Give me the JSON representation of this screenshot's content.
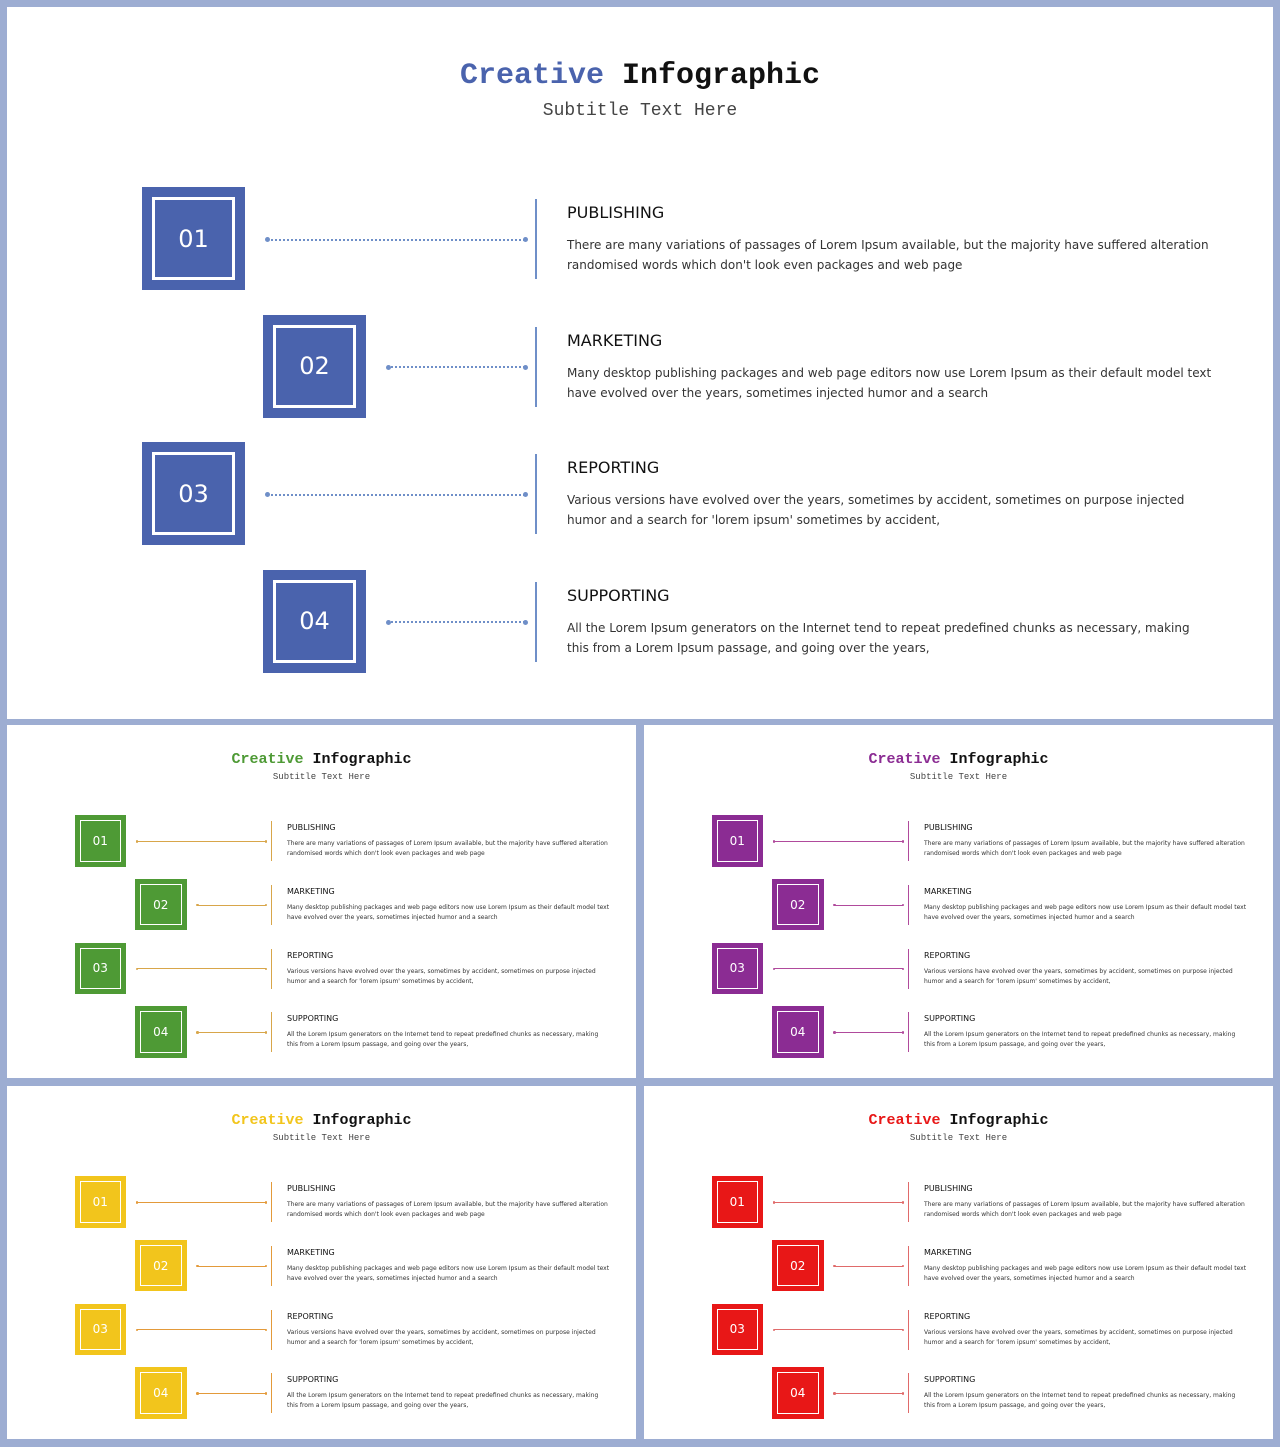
{
  "title_accent": "Creative",
  "title_main": "Infographic",
  "subtitle": "Subtitle Text Here",
  "items": [
    {
      "number": "01",
      "title": "PUBLISHING",
      "desc_line1": "There are many variations of passages of Lorem Ipsum available, but the majority have suffered alteration",
      "desc_line2": "randomised words which don't look even packages and web page"
    },
    {
      "number": "02",
      "title": "MARKETING",
      "desc_line1": "Many desktop publishing  packages and web page editors now use Lorem Ipsum as their default model text",
      "desc_line2": "have evolved over the years, sometimes injected humor and a search"
    },
    {
      "number": "03",
      "title": "REPORTING",
      "desc_line1": "Various versions have evolved over the years, sometimes by accident, sometimes on purpose injected",
      "desc_line2": "humor and a search for 'lorem ipsum'  sometimes by accident,"
    },
    {
      "number": "04",
      "title": "SUPPORTING",
      "desc_line1": "All the Lorem Ipsum generators on the Internet tend to repeat predefined chunks as necessary, making",
      "desc_line2": "this from a Lorem Ipsum passage, and going over the years,"
    }
  ],
  "themes": {
    "blue": "#4a63ad",
    "green": "#4e9a35",
    "purple": "#8b2c93",
    "yellow": "#f2c51c",
    "red": "#e81717"
  },
  "accent_line_colors": {
    "blue": "#6f8fc8",
    "green": "#d8a64a",
    "purple": "#b04a9c",
    "yellow": "#e39a3a",
    "red": "#e06a6a"
  }
}
